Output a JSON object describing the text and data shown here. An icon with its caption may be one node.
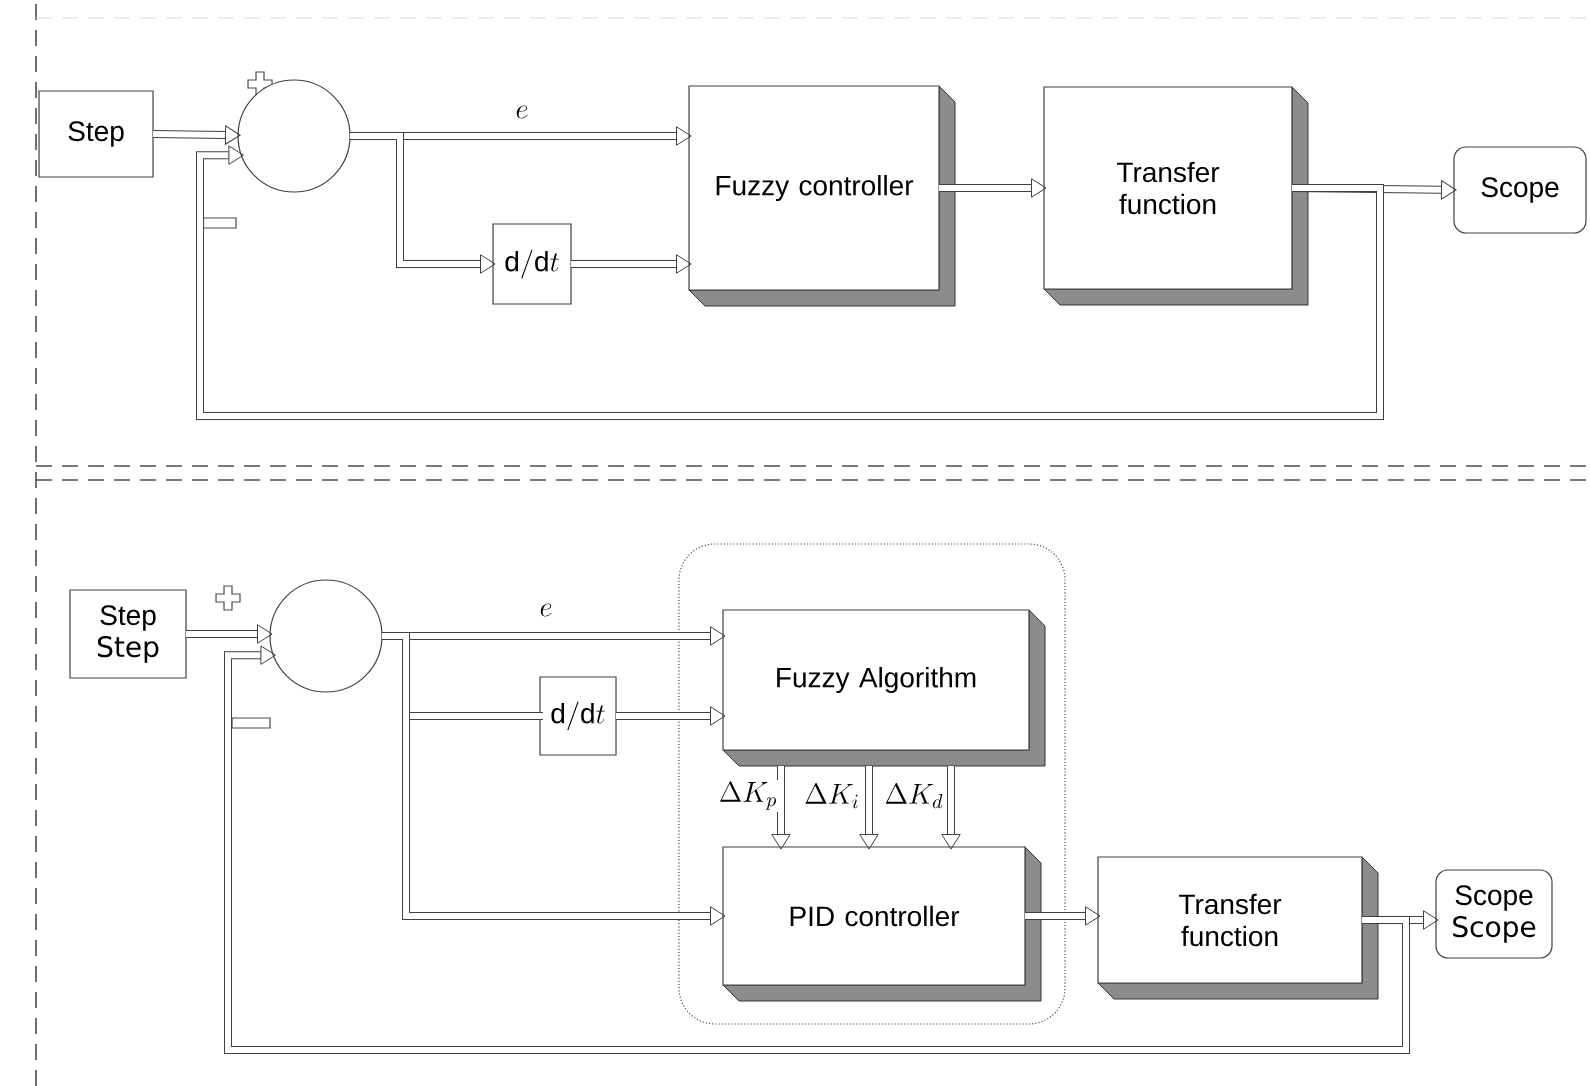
{
  "diagram": {
    "nodes": [
      {
        "text": [
          "Step"
        ]
      },
      {
        "text": [],
        "shape": "circle"
      },
      {
        "text": [
          "\\mathrm{d}/\\mathrm{d}t"
        ]
      },
      {
        "text": [
          "Fuzzy controller"
        ]
      },
      {
        "text": [
          "Transfer function"
        ]
      },
      {
        "text": [
          "Scope"
        ]
      },
      {
        "text": [
          "Step",
          "Step"
        ]
      },
      {
        "text": [],
        "shape": "circle"
      },
      {
        "text": [
          "\\mathrm{d}/\\mathrm{d}t"
        ]
      },
      {
        "text": [],
        "shape": "box"
      },
      {
        "text": [
          "Fuzzy Algorithm"
        ],
        "in": 9
      },
      {
        "text": [
          "PID controller"
        ],
        "in": 9
      },
      {
        "text": [
          "Transfer function"
        ]
      },
      {
        "text": [
          "Scope",
          "Scope"
        ]
      }
    ],
    "edges": [
      {
        "from": 0,
        "to": 1,
        "arrow": "to"
      },
      {
        "from": 1,
        "to": 3,
        "arrow": "to",
        "label": "e"
      },
      {
        "from": 1,
        "to": 2,
        "arrow": "to"
      },
      {
        "from": 2,
        "to": 3,
        "arrow": "to"
      },
      {
        "from": 3,
        "to": 4,
        "arrow": "to"
      },
      {
        "from": 4,
        "to": 5,
        "arrow": "to"
      },
      {
        "from": 4,
        "to": 1,
        "arrow": "to"
      },
      {
        "from": 6,
        "to": 7,
        "arrow": "to"
      },
      {
        "from": 7,
        "to": 10,
        "arrow": "to",
        "label": "e"
      },
      {
        "from": 7,
        "to": 8,
        "arrow": "none"
      },
      {
        "from": 8,
        "to": 10,
        "arrow": "to"
      },
      {
        "from": 7,
        "to": 11,
        "arrow": "to"
      },
      {
        "from": 10,
        "to": 11,
        "arrow": "to",
        "label": "\\Delta K_{p}"
      },
      {
        "from": 10,
        "to": 11,
        "arrow": "to",
        "label": "\\Delta K_{i}"
      },
      {
        "from": 10,
        "to": 11,
        "arrow": "to",
        "label": "\\Delta K_{d}"
      },
      {
        "from": 11,
        "to": 12,
        "arrow": "to"
      },
      {
        "from": 12,
        "to": 13,
        "arrow": "to"
      },
      {
        "from": 12,
        "to": 7,
        "arrow": "to"
      }
    ]
  }
}
